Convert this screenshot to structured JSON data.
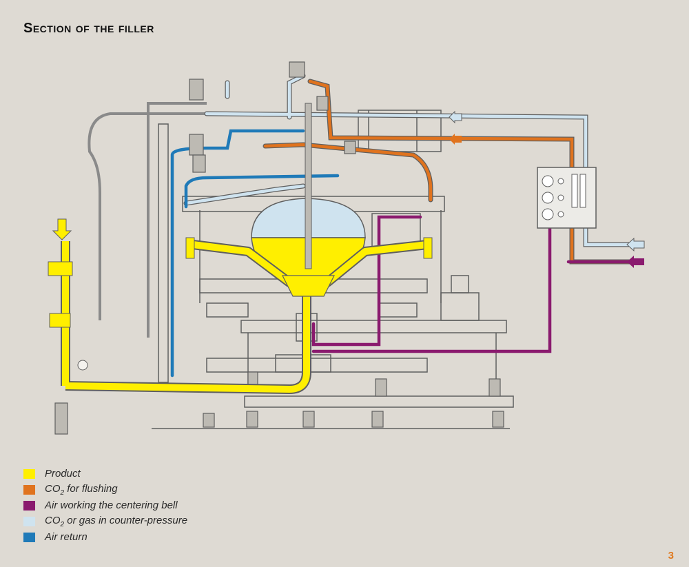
{
  "title": "Section of the filler",
  "page_number": "3",
  "colors": {
    "product": "#ffef00",
    "co2_flushing": "#e0731e",
    "air_centering": "#8a1a6e",
    "co2_counter": "#cfe3ef",
    "air_return": "#1f7ab8",
    "outline": "#5f5f5f",
    "background": "#dedad3"
  },
  "legend": [
    {
      "label": "Product",
      "color": "#ffef00"
    },
    {
      "label_pre": "CO",
      "label_sub": "2",
      "label_post": " for flushing",
      "color": "#e0731e"
    },
    {
      "label": "Air working the centering bell",
      "color": "#8a1a6e"
    },
    {
      "label_pre": "CO",
      "label_sub": "2",
      "label_post": " or gas in counter-pressure",
      "color": "#cfe3ef"
    },
    {
      "label": "Air return",
      "color": "#1f7ab8"
    }
  ]
}
